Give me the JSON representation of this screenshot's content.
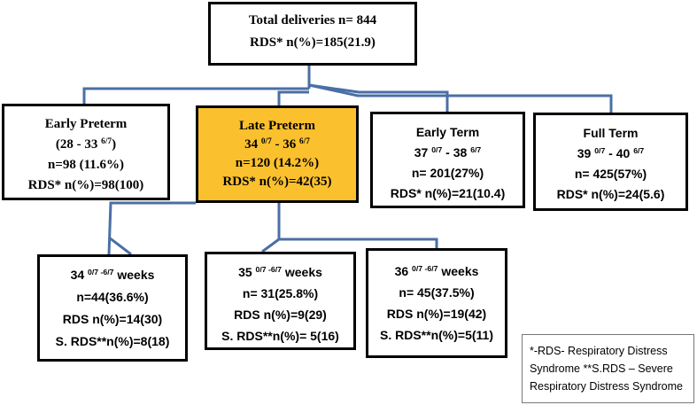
{
  "nodes": {
    "root": {
      "line1": "Total  deliveries n= 844",
      "line2": "RDS* n(%)=185(21.9)"
    },
    "early_preterm": {
      "title": "Early Preterm",
      "range_a": "(28 - 33 ",
      "range_sup": "6/7",
      "range_b": ")",
      "count": "n=98 (11.6%)",
      "rds": "RDS* n(%)=98(100)"
    },
    "late_preterm": {
      "title": "Late Preterm",
      "r1": "34 ",
      "r1_sup": "0/7",
      "r_mid": " - 36 ",
      "r2_sup": "6/7",
      "count": "n=120 (14.2%)",
      "rds": "RDS* n(%)=42(35)",
      "fill_color": "#fbc02d"
    },
    "early_term": {
      "title": "Early Term",
      "r1": "37 ",
      "r1_sup": "0/7",
      "r_mid": " - 38 ",
      "r2_sup": "6/7",
      "count": "n= 201(27%)",
      "rds": "RDS* n(%)=21(10.4)"
    },
    "full_term": {
      "title": "Full Term",
      "r1": "39 ",
      "r1_sup": "0/7",
      "r_mid": " - 40 ",
      "r2_sup": "6/7",
      "count": "n= 425(57%)",
      "rds": "RDS* n(%)=24(5.6)"
    },
    "w34": {
      "w": "34 ",
      "w_sup": "0/7  -6/7",
      "w_unit": " weeks",
      "count": "n=44(36.6%)",
      "rds": "RDS n(%)=14(30)",
      "srds": "S. RDS**n(%)=8(18)"
    },
    "w35": {
      "w": "35 ",
      "w_sup": "0/7  -6/7",
      "w_unit": " weeks",
      "count": "n= 31(25.8%)",
      "rds": "RDS n(%)=9(29)",
      "srds": "S. RDS**n(%)= 5(16)"
    },
    "w36": {
      "w": "36 ",
      "w_sup": "0/7  -6/7",
      "w_unit": " weeks",
      "count": "n= 45(37.5%)",
      "rds": "RDS n(%)=19(42)",
      "srds": "S. RDS**n(%)=5(11)"
    }
  },
  "legend": {
    "line1": "*-RDS- Respiratory Distress",
    "line2": "Syndrome    **S.RDS – Severe",
    "line3": "Respiratory Distress Syndrome"
  },
  "colors": {
    "connector": "#4a6fa5",
    "border": "#000000",
    "highlight": "#fbc02d"
  }
}
